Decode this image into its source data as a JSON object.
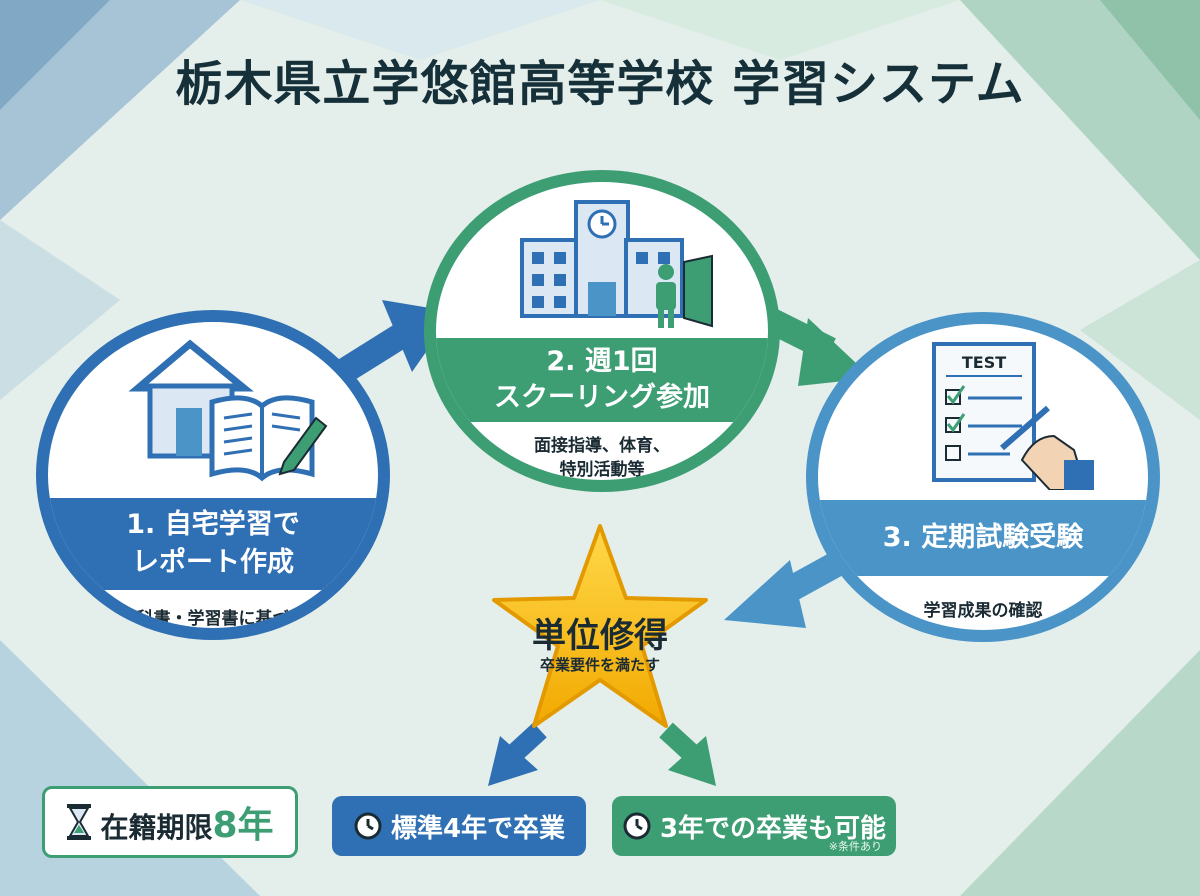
{
  "title": "栃木県立学悠館高等学校 学習システム",
  "steps": [
    {
      "label_line1": "1. 自宅学習で",
      "label_line2": "レポート作成",
      "sub": "教科書・学習書に基づく"
    },
    {
      "label_line1": "2. 週1回",
      "label_line2": "スクーリング参加",
      "sub_line1": "面接指導、体育、",
      "sub_line2": "特別活動等"
    },
    {
      "label_line1": "3. 定期試験受験",
      "sub": "学習成果の確認"
    }
  ],
  "test_label": "TEST",
  "result": {
    "title": "単位修得",
    "sub": "卒業要件を満たす"
  },
  "footer": {
    "enroll_label": "在籍期限",
    "enroll_value": "8年",
    "standard": "標準4年で卒業",
    "early": "3年での卒業も可能",
    "early_note": "※条件あり"
  },
  "colors": {
    "blue": "#2f6fb3",
    "green": "#3d9e74",
    "lightblue": "#4a94c8",
    "star": "#f5b400"
  },
  "icons": [
    "house-icon",
    "book-icon",
    "pencil-icon",
    "school-building-icon",
    "person-icon",
    "door-icon",
    "clock-icon",
    "test-sheet-icon",
    "hand-pen-icon",
    "star-icon",
    "hourglass-icon",
    "arrow-icon"
  ]
}
